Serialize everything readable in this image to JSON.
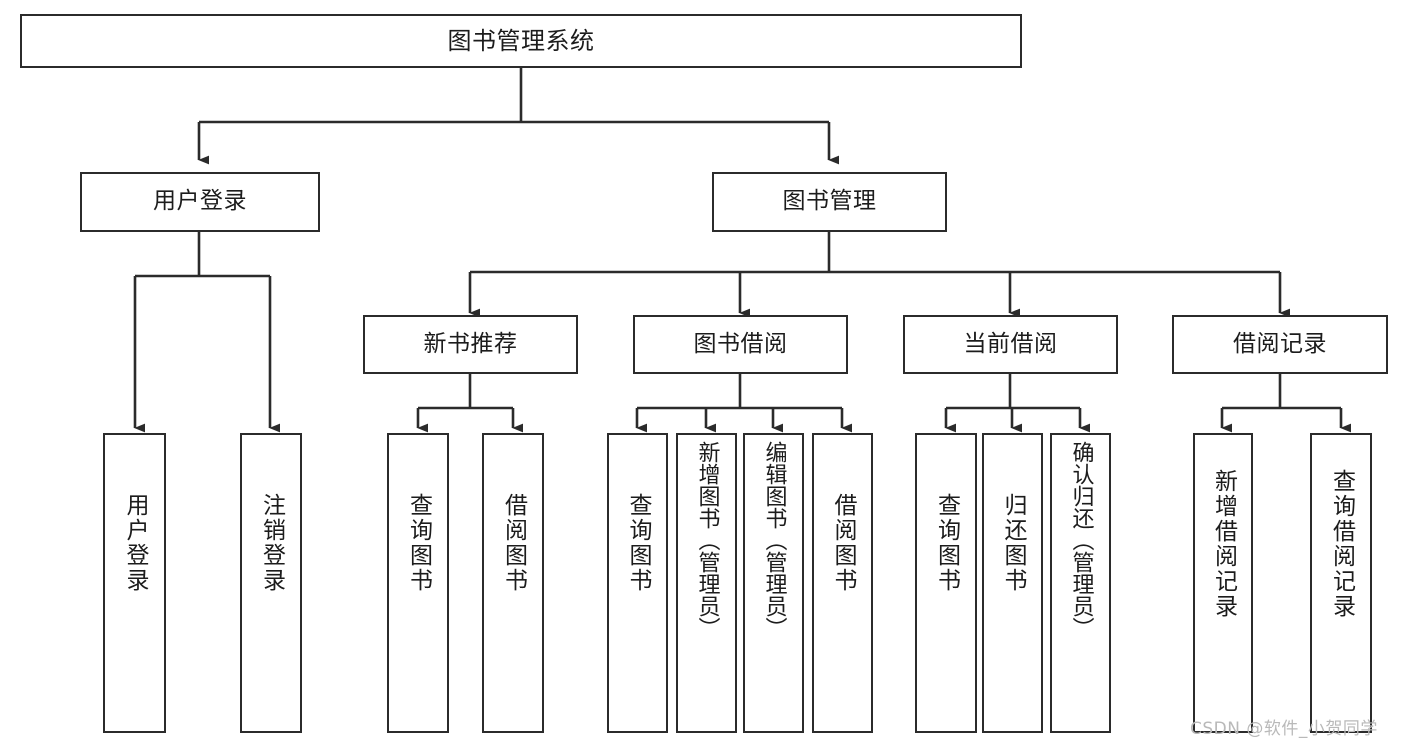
{
  "diagram": {
    "title": "图书管理系统",
    "type": "tree-hierarchy-chart",
    "line_color": "#2b2b2b",
    "background_color": "#ffffff",
    "text_color": "#1c1c1c",
    "root": {
      "label": "图书管理系统"
    },
    "level2": [
      {
        "label": "用户登录"
      },
      {
        "label": "图书管理"
      }
    ],
    "level3": [
      {
        "label": "新书推荐"
      },
      {
        "label": "图书借阅"
      },
      {
        "label": "当前借阅"
      },
      {
        "label": "借阅记录"
      }
    ],
    "leaves": {
      "user_login": [
        {
          "label": "用户登录"
        },
        {
          "label": "注销登录"
        }
      ],
      "new_book_recommend": [
        {
          "label": "查询图书"
        },
        {
          "label": "借阅图书"
        }
      ],
      "book_borrow": [
        {
          "label": "查询图书"
        },
        {
          "label": "新增图书（管理员）"
        },
        {
          "label": "编辑图书（管理员）"
        },
        {
          "label": "借阅图书"
        }
      ],
      "current_borrow": [
        {
          "label": "查询图书"
        },
        {
          "label": "归还图书"
        },
        {
          "label": "确认归还（管理员）"
        }
      ],
      "borrow_record": [
        {
          "label": "新增借阅记录"
        },
        {
          "label": "查询借阅记录"
        }
      ]
    }
  },
  "watermark": {
    "text": "CSDN @软件_小贺同学"
  }
}
